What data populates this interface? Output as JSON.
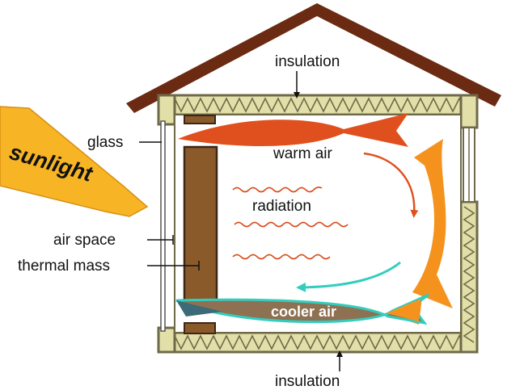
{
  "labels": {
    "insulation_top": "insulation",
    "insulation_bottom": "insulation",
    "glass": "glass",
    "sunlight": "sunlight",
    "warm_air": "warm air",
    "radiation": "radiation",
    "air_space": "air space",
    "thermal_mass": "thermal mass",
    "cooler_air": "cooler air"
  },
  "colors": {
    "roof": "#6b2a12",
    "insulation_fill": "#e3dfa9",
    "insulation_stroke": "#6e6a48",
    "thermal_mass": "#8a5a2b",
    "sunlight": "#f7b526",
    "warm_air": "#e0501e",
    "radiation": "#d94f1e",
    "orange_loop": "#f5921e",
    "cool_arrow": "#33cdbf",
    "cool_fish": "#8d7152",
    "cool_outline": "#33cdbf"
  }
}
